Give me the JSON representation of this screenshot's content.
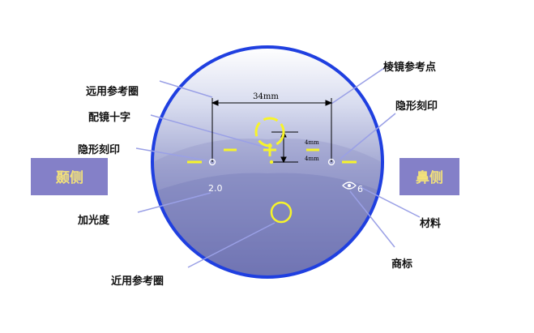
{
  "labels": {
    "far_reference_circle": "远用参考圈",
    "fitting_cross": "配镜十字",
    "hidden_mark_left": "隐形刻印",
    "add_power": "加光度",
    "near_reference_circle": "近用参考圈",
    "prism_reference_point": "棱镜参考点",
    "hidden_mark_right": "隐形刻印",
    "material": "材料",
    "brand_mark": "商标"
  },
  "sides": {
    "temporal": "颞侧",
    "nasal": "鼻侧"
  },
  "dimensions": {
    "width": "34mm",
    "upper_offset": "4mm",
    "lower_offset": "4mm"
  },
  "engraving": {
    "add_value": "2.0",
    "material_code": "6"
  },
  "colors": {
    "lens_rim": "#1f3fe0",
    "marking_yellow": "#f7f42a",
    "side_box": "#8480c8",
    "leader_line": "#9aa0e6"
  }
}
